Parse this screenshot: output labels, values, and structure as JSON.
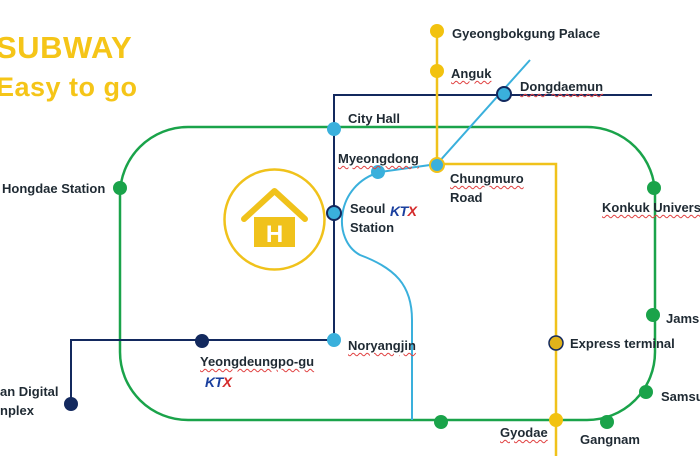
{
  "title": {
    "line1": "SUBWAY",
    "line2": "Easy to go"
  },
  "colors": {
    "green_line": "#1aa34a",
    "navy_line": "#13295e",
    "light_blue_line": "#3ab0dc",
    "yellow_line": "#f0c21b",
    "dongdaemun_line": "#1e3148",
    "title_color": "#f5c518"
  },
  "hotel": {
    "letter": "H",
    "icon": "house-icon"
  },
  "ktx_label": {
    "k": "KT",
    "x": "X"
  },
  "stations": {
    "gyeongbokgung": "Gyeongbokgung Palace",
    "anguk": "Anguk",
    "dongdaemun": "Dongdaemun",
    "city_hall": "City Hall",
    "myeongdong": "Myeongdong",
    "chungmuro_1": "Chungmuro",
    "chungmuro_2": "Road",
    "seoul_1": "Seoul",
    "seoul_2": "Station",
    "hongdae": "Hongdae Station",
    "konkuk": "Konkuk Univers",
    "jamsil": "Jamsi",
    "samsung": "Samsu",
    "noryangjin": "Noryangjin",
    "yeongdeungpo": "Yeongdeungpo-gu",
    "digital_1": "an Digital",
    "digital_2": "nplex",
    "express": "Express terminal",
    "gyodae": "Gyodae",
    "gangnam": "Gangnam"
  }
}
